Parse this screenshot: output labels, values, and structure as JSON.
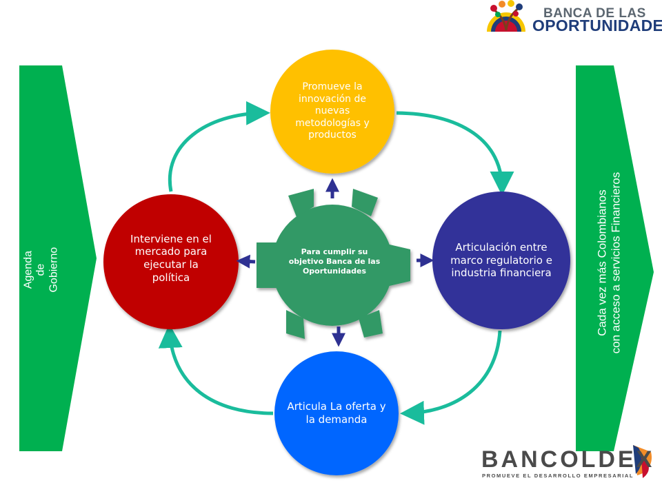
{
  "colors": {
    "green_panel": "#00b050",
    "top_circle": "#ffc000",
    "right_circle": "#333399",
    "bottom_circle": "#0066ff",
    "left_circle": "#c00000",
    "gear": "#339966",
    "cycle_arrow": "#1abc9c",
    "small_arrow": "#2e3192"
  },
  "diagram": {
    "left_panel": {
      "label": "Agenda\nde\nGobierno"
    },
    "right_panel": {
      "label": "Cada vez  más Colombianos\ncon acceso a servicios Financieros"
    },
    "center": {
      "label": "Para cumplir su\nobjetivo Banca de las\nOportunidades"
    },
    "circles": {
      "top": {
        "label": "Promueve la\ninnovación de\nnuevas\nmetodologías  y\nproductos"
      },
      "right": {
        "label": "Articulación entre\nmarco regulatorio e\nindustria financiera"
      },
      "bottom": {
        "label": "Articula La oferta y\nla demanda"
      },
      "left": {
        "label": "Interviene en el\nmercado para\nejecutar la\npolítica"
      }
    }
  },
  "logos": {
    "banca": {
      "line1": "BANCA DE LAS",
      "line2": "OPORTUNIDADES"
    },
    "bancoldex": {
      "name": "BANCOLDEX",
      "tagline": "PROMUEVE EL DESARROLLO EMPRESARIAL"
    }
  }
}
